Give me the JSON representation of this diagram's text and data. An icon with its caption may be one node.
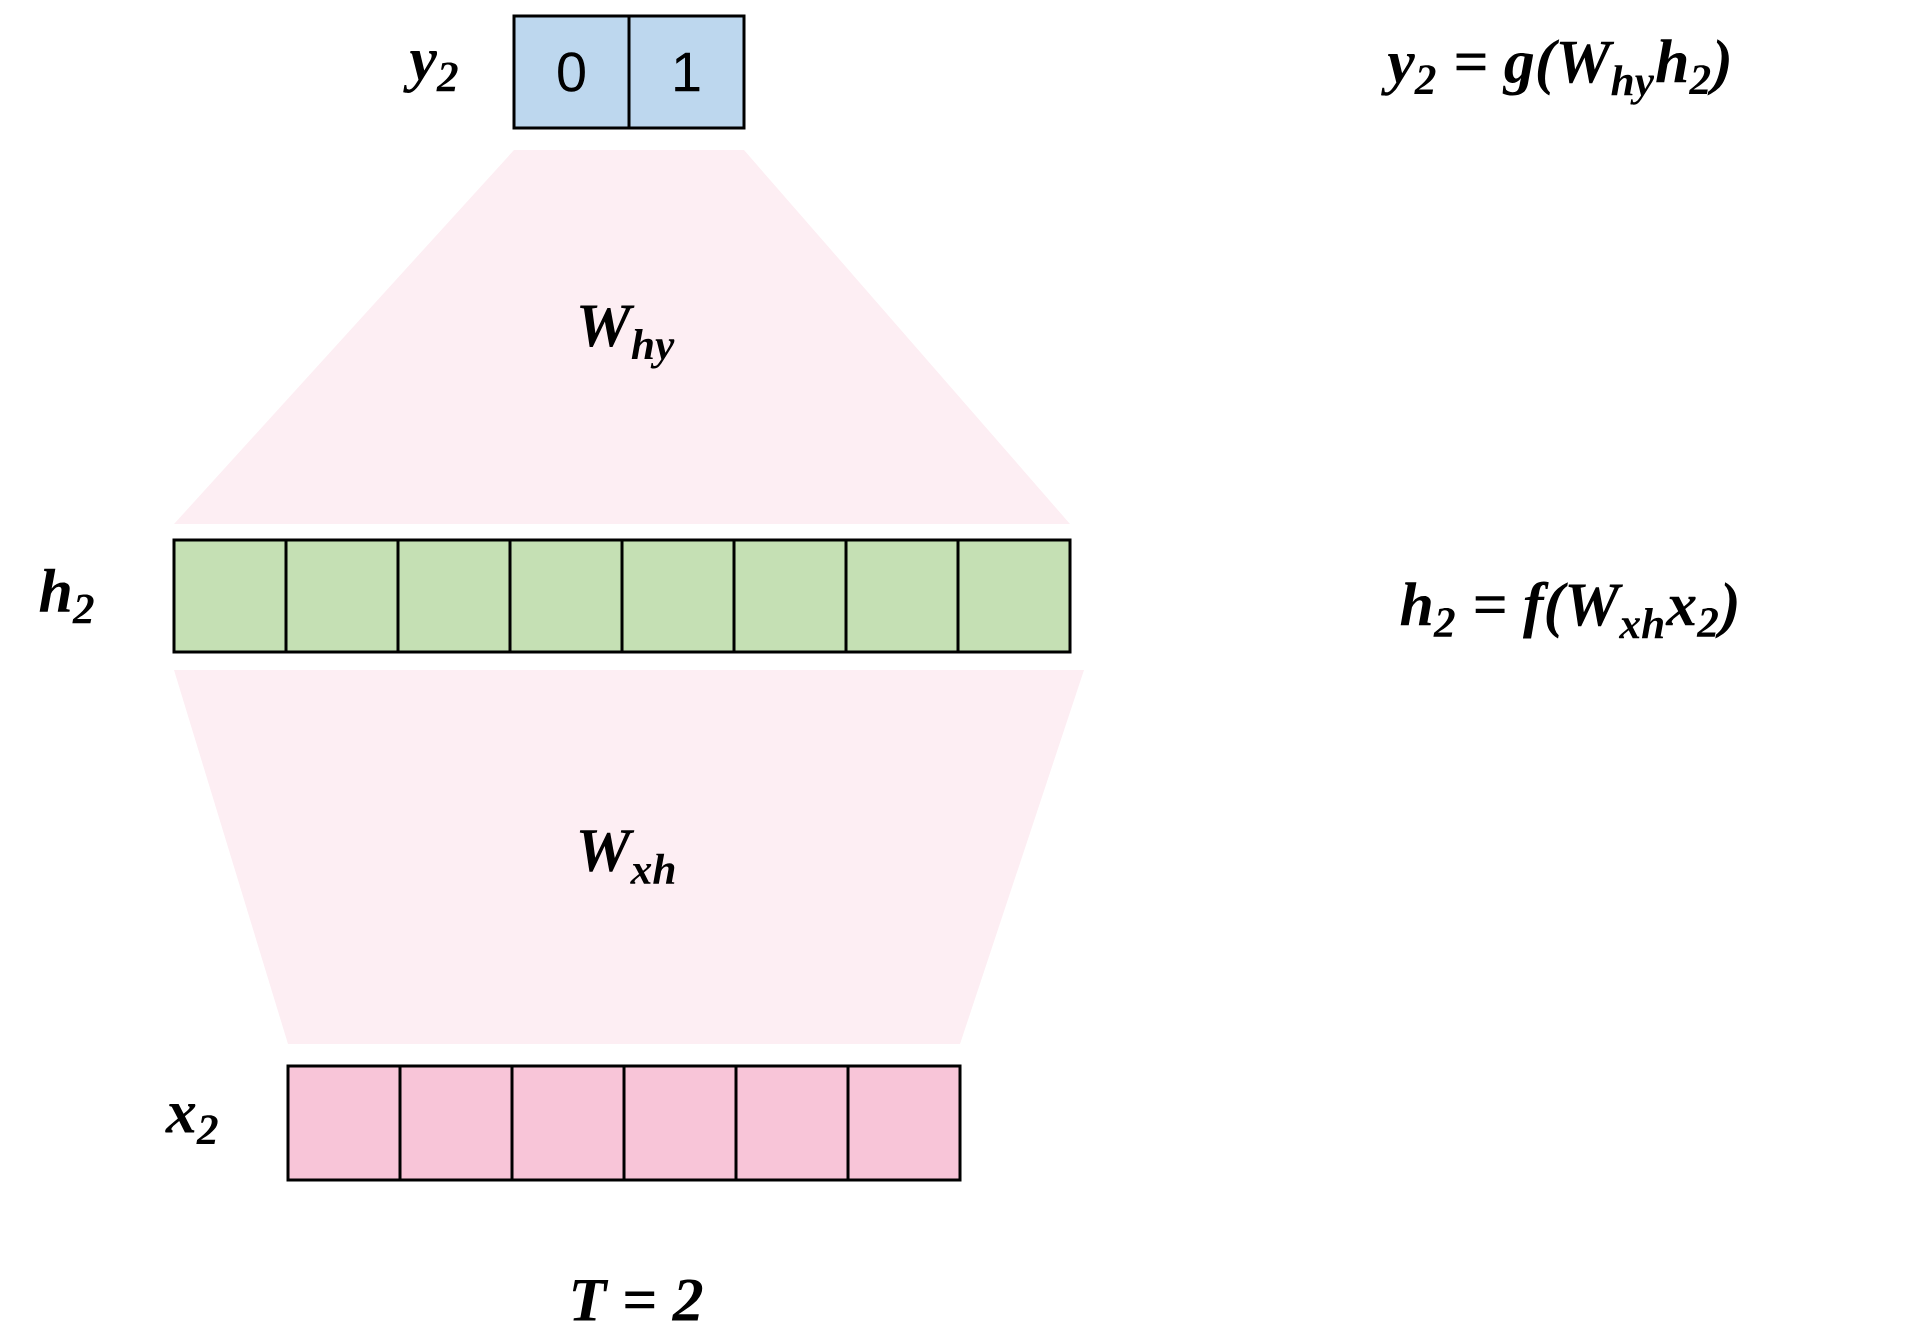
{
  "diagram": {
    "nodes": [
      {
        "text": [
          "0",
          "1"
        ],
        "beside": [
          "y$_{2}$"
        ]
      },
      {
        "text": [
          "W$_{hy}$"
        ]
      },
      {
        "text": [],
        "shape": "bar",
        "beside": [
          "h$_{2}$"
        ]
      },
      {
        "text": [
          "W$_{xh}$"
        ]
      },
      {
        "text": [],
        "shape": "bar",
        "beside": [
          "x$_{2}$"
        ]
      }
    ],
    "labels": [
      "y$_{2}$ = g(W$_{hy}$h$_{2}$)",
      "h$_{2}$ = f(W$_{xh}$x$_{2}$)",
      "T = 2"
    ]
  }
}
